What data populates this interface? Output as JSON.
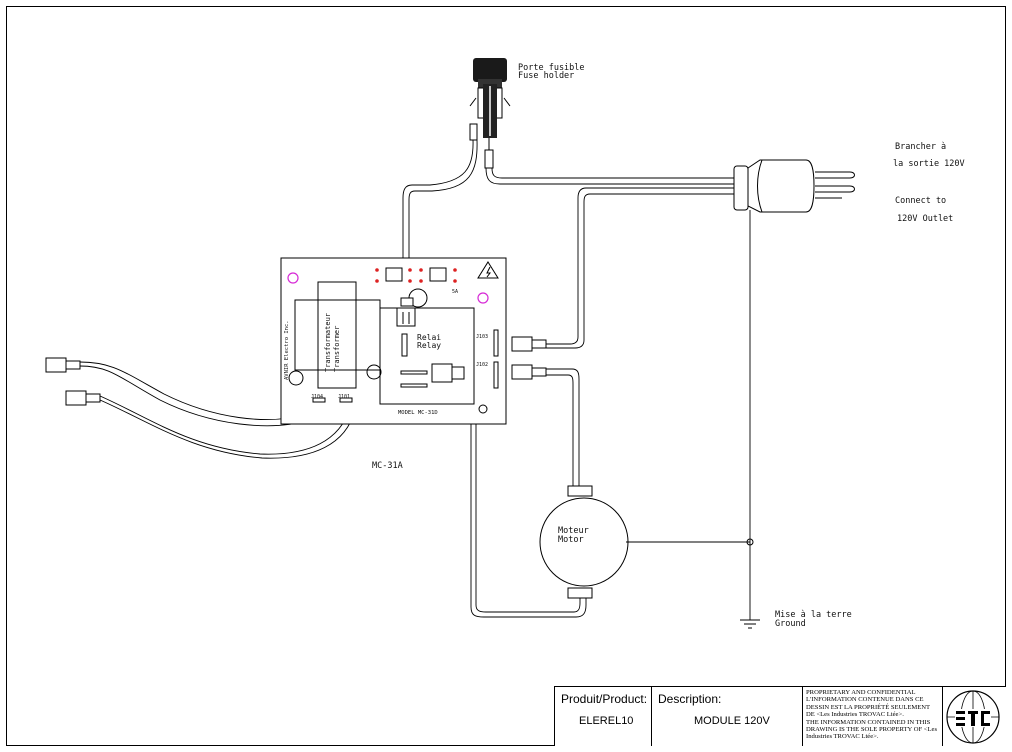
{
  "diagram": {
    "labels": {
      "fuse_holder_fr": "Porte fusible",
      "fuse_holder_en": "Fuse holder",
      "plug_fr_line1": "Brancher à",
      "plug_fr_line2": "la sortie 120V",
      "plug_en_line1": "Connect to",
      "plug_en_line2": "120V Outlet",
      "transformer_fr": "Transformateur",
      "transformer_en": "Transformer",
      "relay_fr": "Relai",
      "relay_en": "Relay",
      "motor_fr": "Moteur",
      "motor_en": "Motor",
      "ground_fr": "Mise à la terre",
      "ground_en": "Ground",
      "board_name": "MC-31A",
      "board_maker": "AVNIR Electro Inc.",
      "board_model": "MODEL MC-31D",
      "connector_j103": "J103",
      "connector_j102": "J102",
      "connector_j104": "J104",
      "connector_j101": "J101",
      "fuse_rating": "5A"
    }
  },
  "title_block": {
    "product_heading": "Produit/Product:",
    "product_value": "ELEREL10",
    "description_heading": "Description:",
    "description_value": "MODULE 120V",
    "notice": "PROPRIETARY AND CONFIDENTIAL\nL'INFORMATION CONTENUE DANS CE DESSIN EST LA PROPRIÉTÉ SEULEMENT DE <Les Industries TROVAC Ltée>.\nTHE INFORMATION CONTAINED IN THIS DRAWING IS THE SOLE PROPERTY OF <Les Industries TROVAC Ltée>."
  }
}
